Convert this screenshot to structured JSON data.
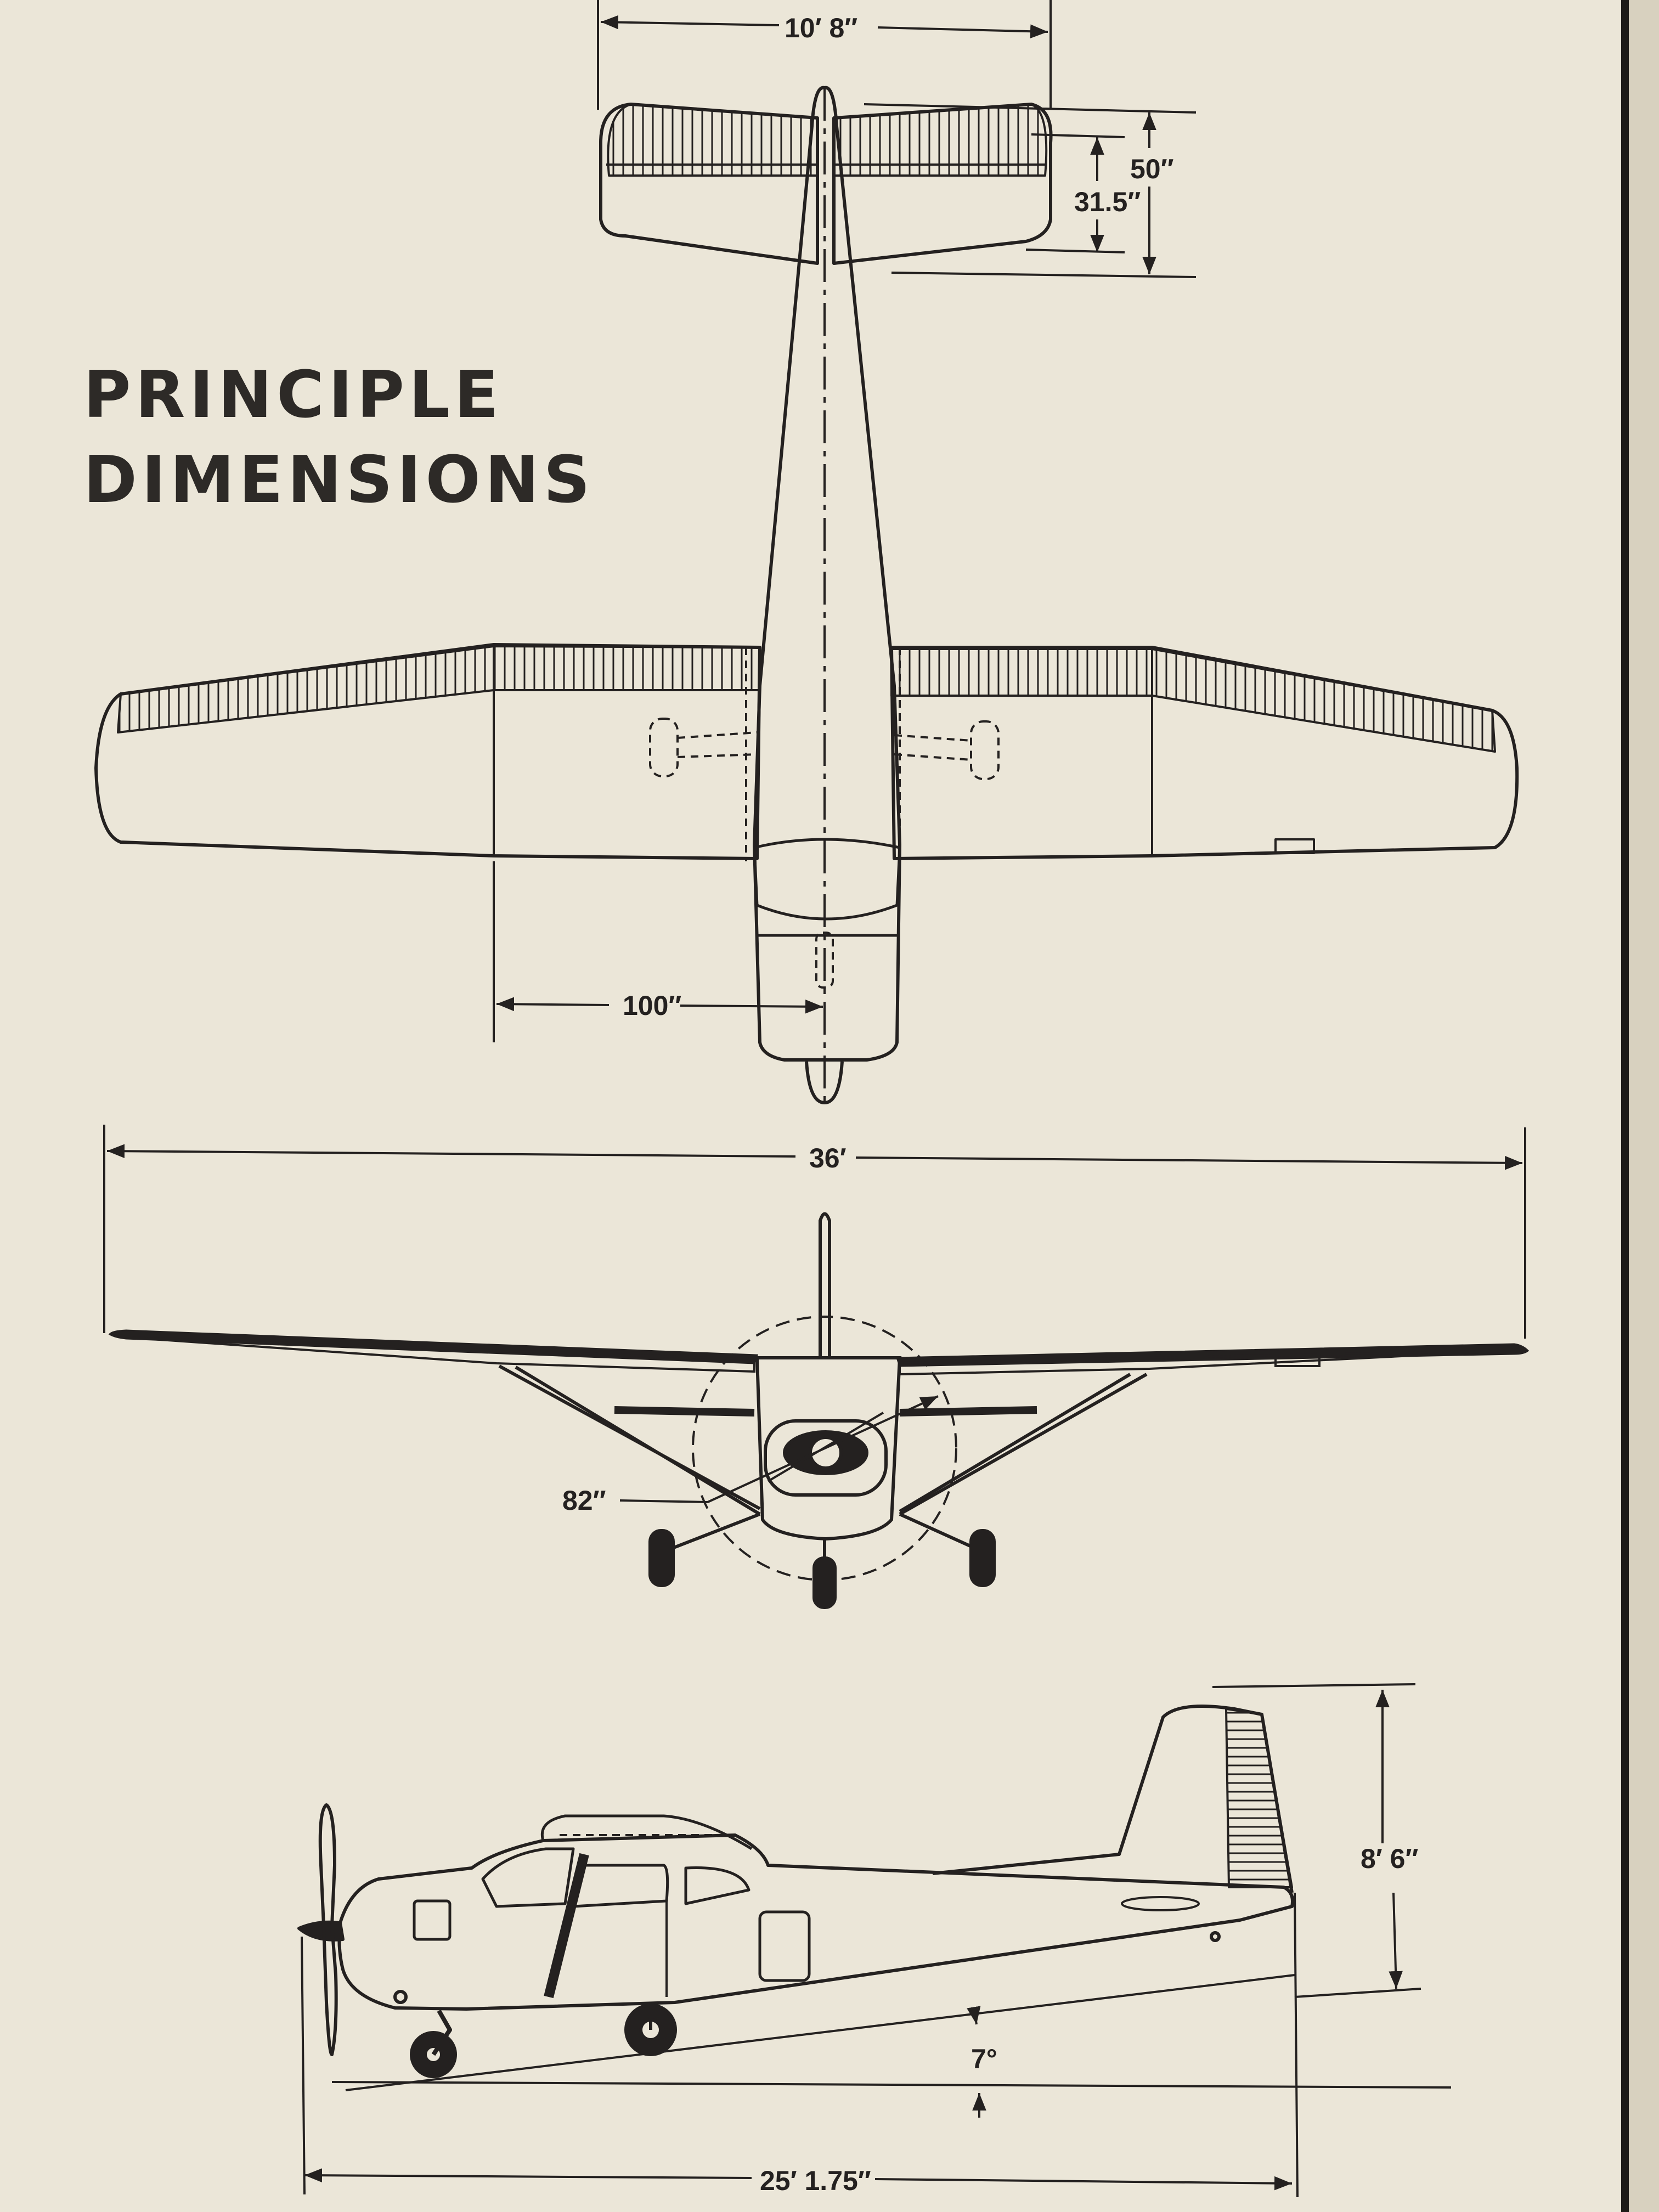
{
  "title": {
    "line1": "PRINCIPLE",
    "line2": "DIMENSIONS"
  },
  "dimensions": {
    "stabilizer_span": "10′ 8″",
    "stabilizer_root_chord": "50″",
    "elevator_chord": "31.5″",
    "wing_station": "100″",
    "wing_span": "36′",
    "propeller_diameter": "82″",
    "height": "8′ 6″",
    "ground_angle": "7°",
    "overall_length": "25′ 1.75″"
  },
  "colors": {
    "paper": "#ebe6d8",
    "ink": "#242120"
  }
}
